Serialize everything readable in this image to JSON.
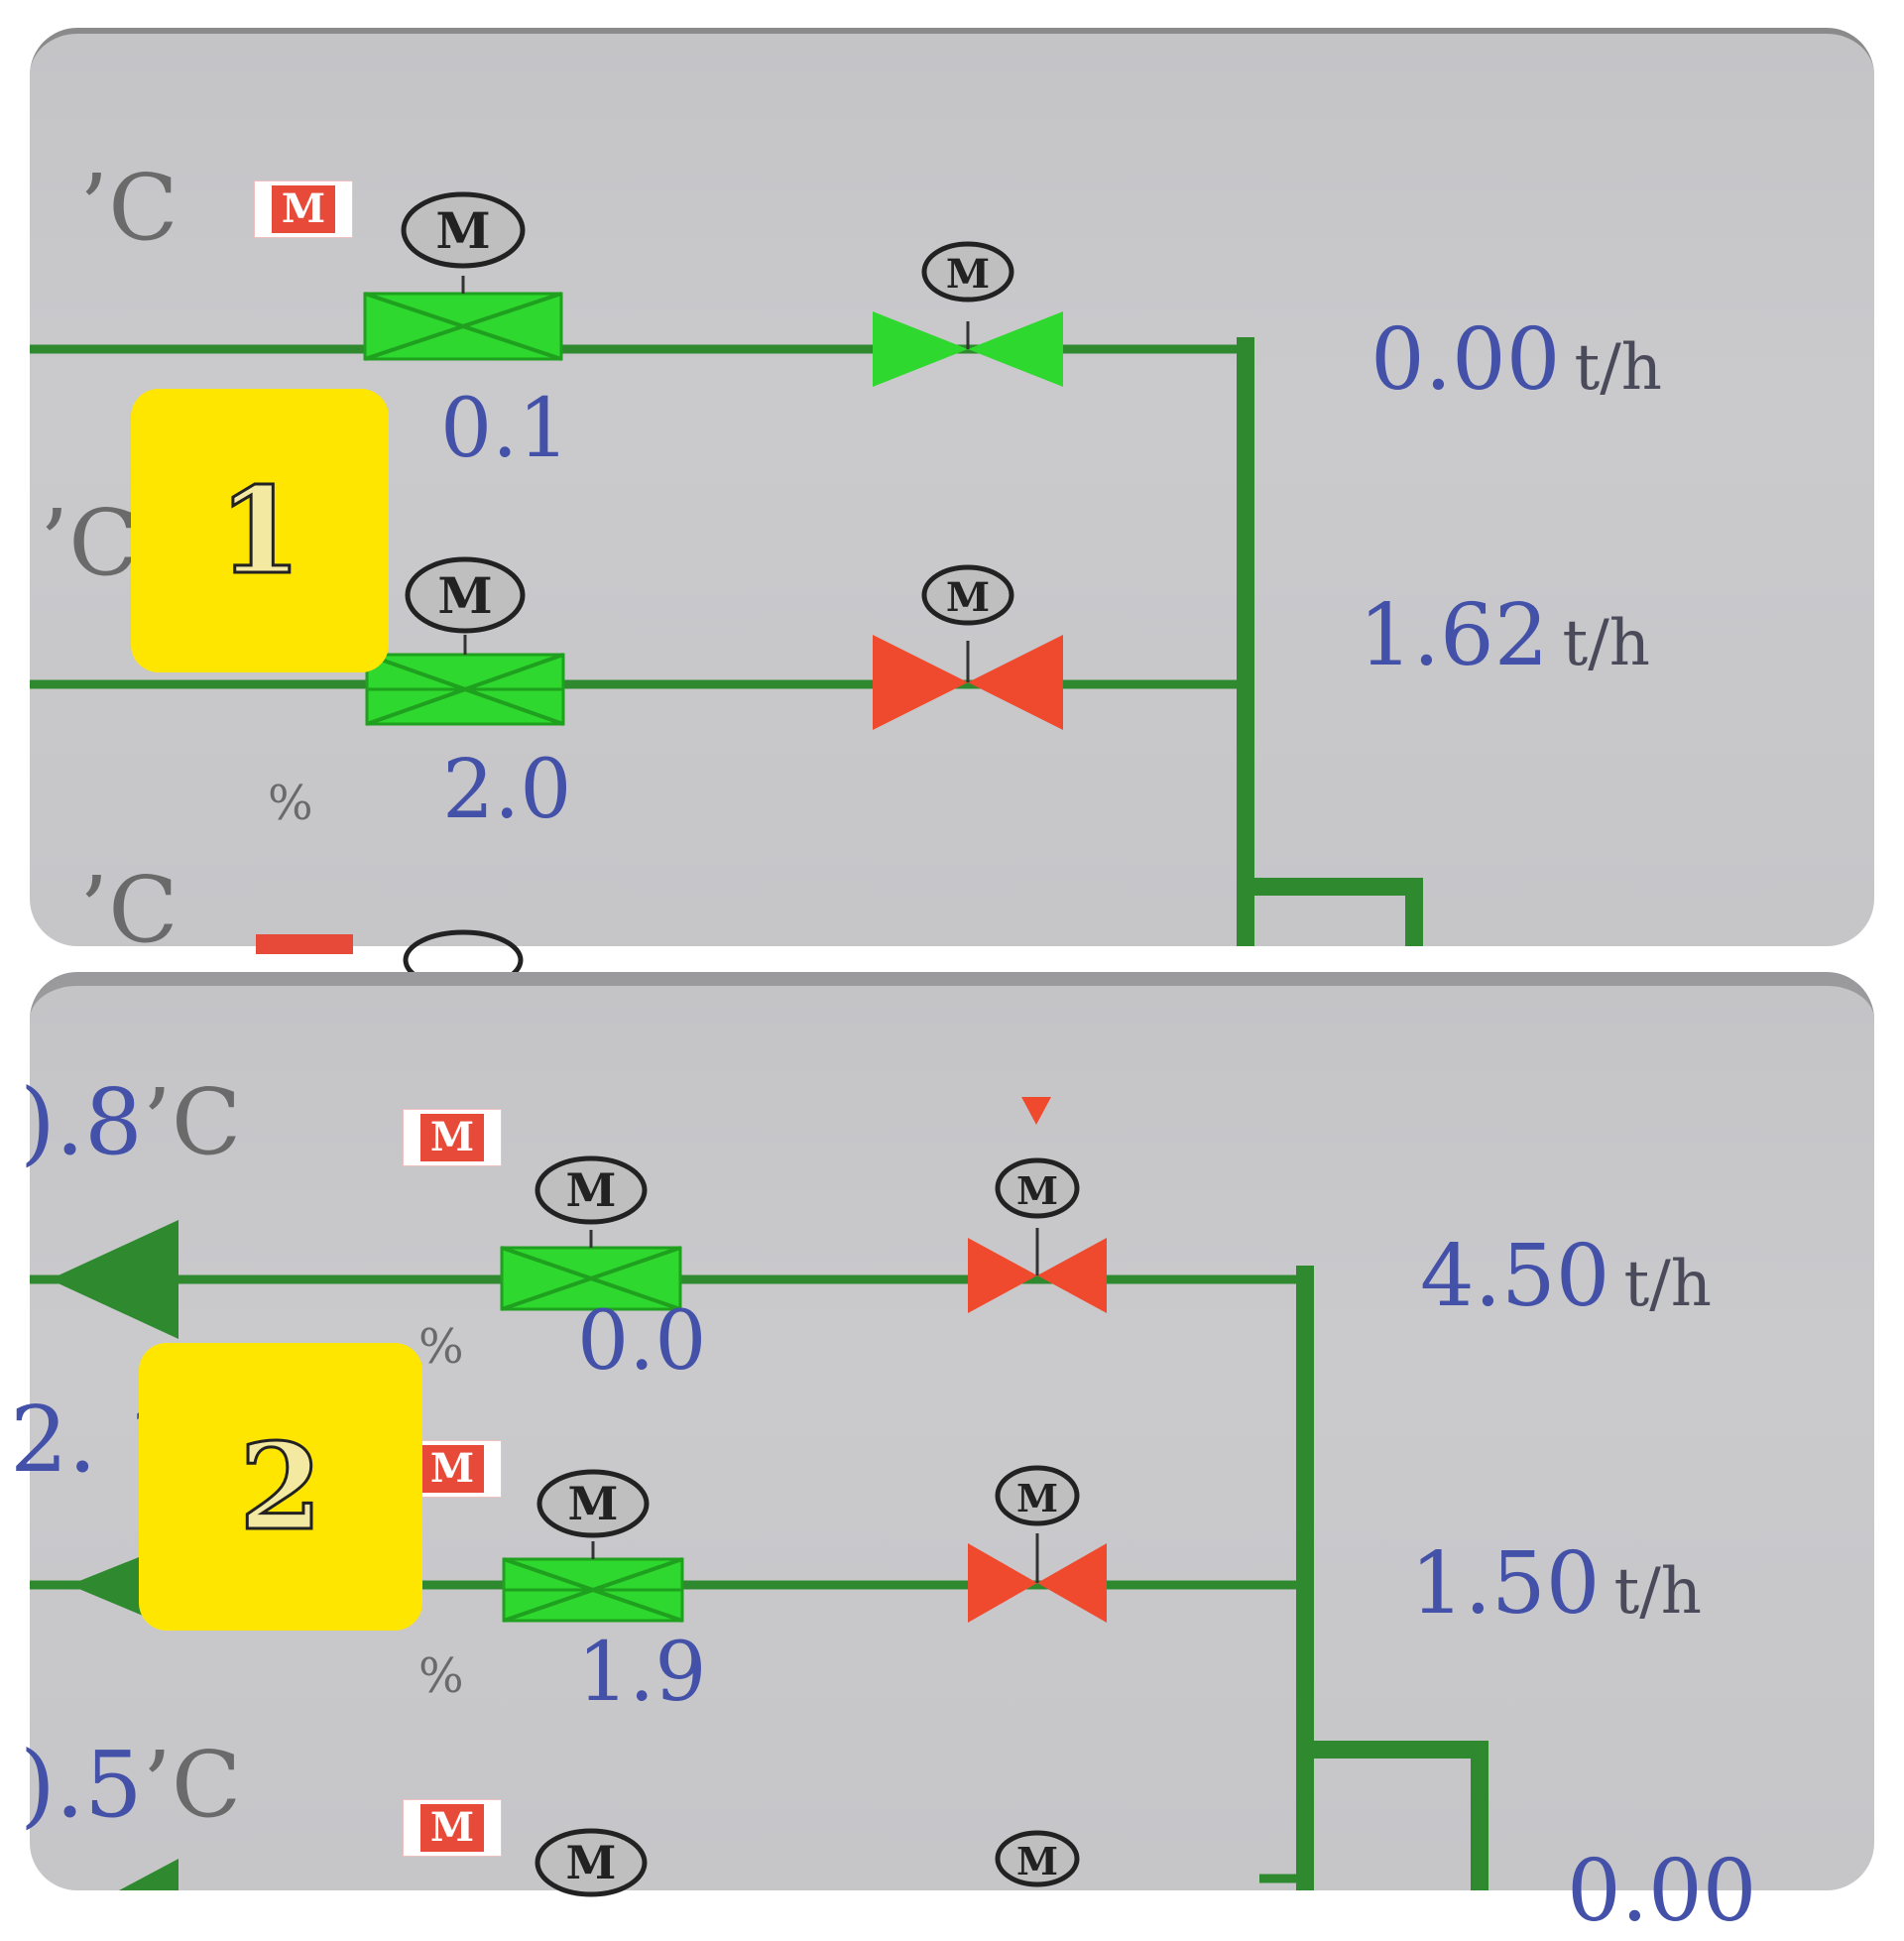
{
  "colors": {
    "pipe": "#2f8a2f",
    "valve_open": "#2ed82e",
    "valve_closed": "#f04a2e",
    "text_blue": "#4451a8",
    "label_bg": "#ffe600",
    "panel_bg": "#c8c8cb"
  },
  "icons": [
    "motor-actuator-icon",
    "gate-valve-icon",
    "butterfly-valve-icon",
    "flow-arrow-icon",
    "manual-mode-badge"
  ],
  "panel1": {
    "label": "1",
    "unit_c_top": "’C",
    "unit_c_mid": "’C",
    "unit_c_bottom": "’C",
    "manual_badge": "M",
    "row1": {
      "valve_percent": "0.1",
      "flow": "0.00",
      "flow_unit": "t/h",
      "gate_valve_state": "open",
      "control_valve_state": "open"
    },
    "row2": {
      "valve_percent": "2.0",
      "percent_unit": "%",
      "flow": "1.62",
      "flow_unit": "t/h",
      "gate_valve_state": "open",
      "control_valve_state": "closed"
    }
  },
  "panel2": {
    "label": "2",
    "row1": {
      "temperature": ").8",
      "temp_unit": "’C",
      "manual_badge": "M",
      "percent_unit": "%",
      "valve_percent": "0.0",
      "flow": "4.50",
      "flow_unit": "t/h",
      "gate_valve_state": "open",
      "control_valve_state": "closed"
    },
    "row2": {
      "temperature": "2. 1",
      "manual_badge": "M",
      "percent_unit": "%",
      "valve_percent": "1.9",
      "flow": "1.50",
      "flow_unit": "t/h",
      "gate_valve_state": "open",
      "control_valve_state": "closed"
    },
    "row3": {
      "temperature": ").5",
      "temp_unit": "’C",
      "manual_badge": "M",
      "flow_partial": "0.00"
    }
  }
}
